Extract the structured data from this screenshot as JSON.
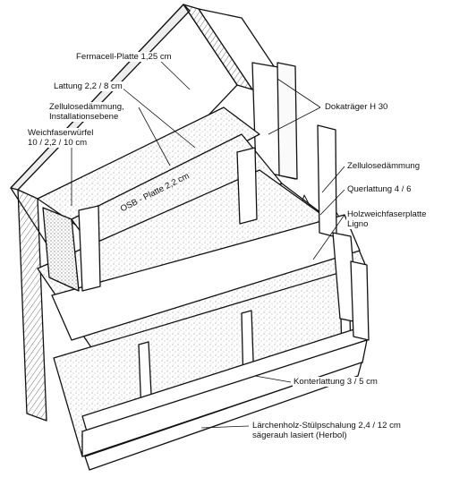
{
  "labels": {
    "fermacell": "Fermacell-Platte 1,25 cm",
    "lattung": "Lattung 2,2 / 8 cm",
    "zellulose_install_1": "Zellulosedämmung,",
    "zellulose_install_2": "Installationsebene",
    "weichfaser_1": "Weichfaserwürfel",
    "weichfaser_2": "10 / 2,2 / 10 cm",
    "dokatraeger": "Dokaträger H 30",
    "zellulose": "Zellulosedämmung",
    "querlattung": "Querlattung 4 / 6",
    "holzweichfaser_1": "Holzweichfaserplatte",
    "holzweichfaser_2": "Ligno",
    "konterlattung": "Konterlattung 3 / 5 cm",
    "laerchenholz_1": "Lärchenholz-Stülpschalung 2,4 / 12 cm",
    "laerchenholz_2": "sägerauh lasiert (Herbol)",
    "osb": "OSB - Platte 2,2 cm"
  },
  "colors": {
    "line": "#111111",
    "paper": "#ffffff",
    "speckle": "#7a7a7a"
  }
}
